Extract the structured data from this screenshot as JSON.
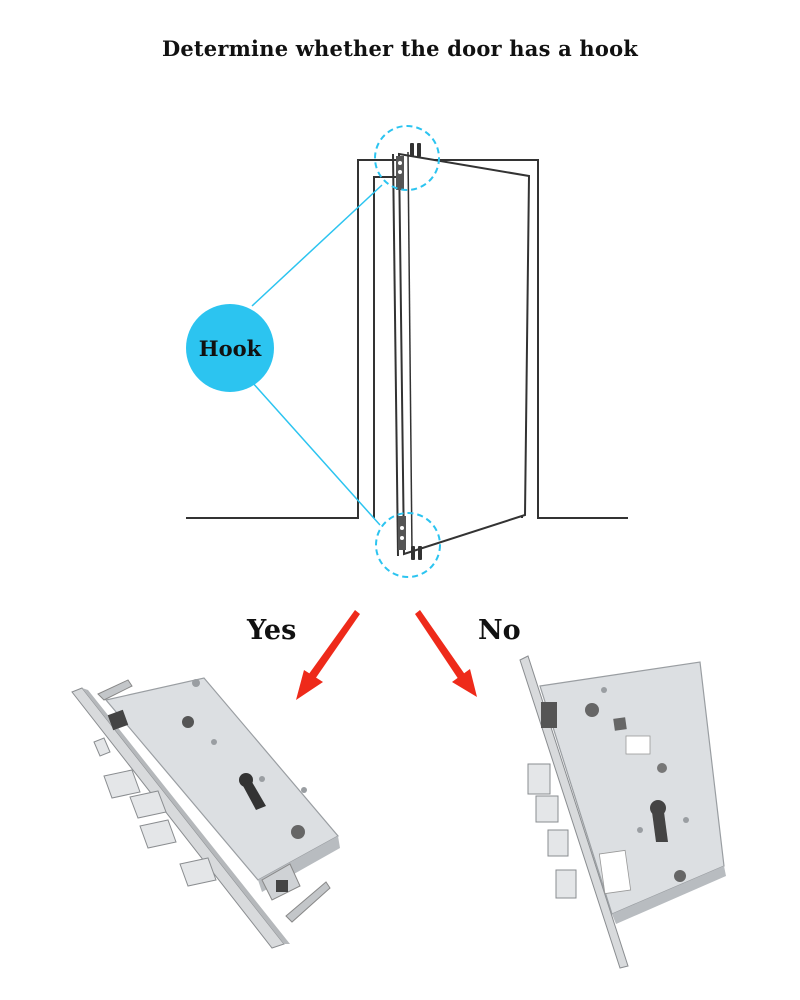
{
  "title": "Determine whether the door has a hook",
  "hook_label": "Hook",
  "options": {
    "yes_label": "Yes",
    "no_label": "No"
  },
  "colors": {
    "accent": "#2cc4f0",
    "arrow": "#ee2a1a",
    "line": "#333333",
    "steel": "#cfd3d6"
  },
  "images": {
    "left": "mortise-lock-with-hooks",
    "right": "mortise-lock-without-hooks"
  }
}
